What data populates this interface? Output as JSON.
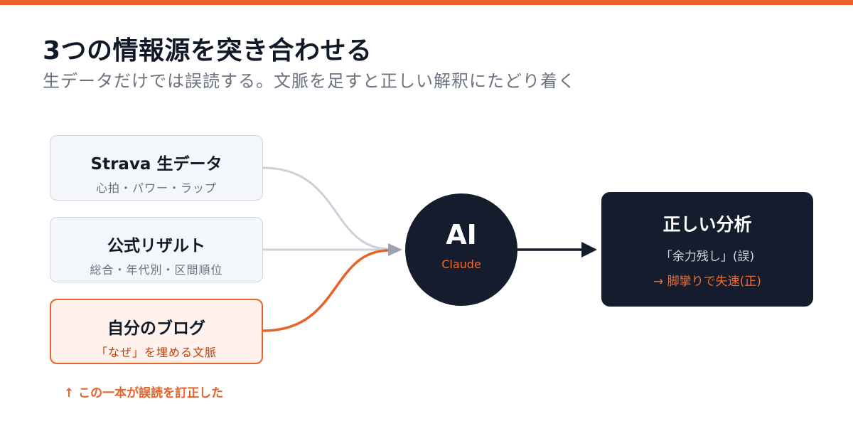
{
  "colors": {
    "accent": "#e8622a",
    "navy": "#141c2e",
    "connector_gray": "#cbd0da"
  },
  "header": {
    "title": "3つの情報源を突き合わせる",
    "subtitle": "生データだけでは誤読する。文脈を足すと正しい解釈にたどり着く"
  },
  "sources": [
    {
      "title": "Strava 生データ",
      "subtitle": "心拍・パワー・ラップ"
    },
    {
      "title": "公式リザルト",
      "subtitle": "総合・年代別・区間順位"
    },
    {
      "title": "自分のブログ",
      "subtitle": "「なぜ」を埋める文脈"
    }
  ],
  "blog_note": "↑ この一本が誤読を訂正した",
  "ai": {
    "label": "AI",
    "sub": "Claude"
  },
  "result": {
    "title": "正しい分析",
    "wrong": "「余力残し」(誤)",
    "correct": "→ 脚攣りで失速(正)"
  }
}
